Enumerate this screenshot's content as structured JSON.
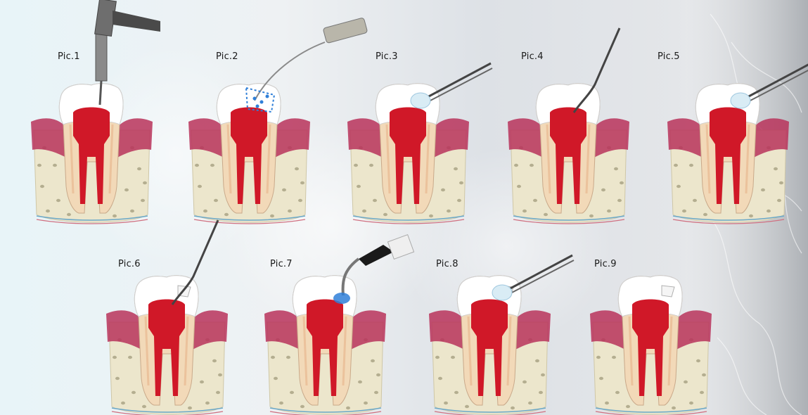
{
  "panels": [
    {
      "label": "Pic.1",
      "tool": "handpiece"
    },
    {
      "label": "Pic.2",
      "tool": "etch-syringe"
    },
    {
      "label": "Pic.3",
      "tool": "tweezers-cotton"
    },
    {
      "label": "Pic.4",
      "tool": "probe"
    },
    {
      "label": "Pic.5",
      "tool": "tweezers-cotton"
    },
    {
      "label": "Pic.6",
      "tool": "probe"
    },
    {
      "label": "Pic.7",
      "tool": "curing-light"
    },
    {
      "label": "Pic.8",
      "tool": "tweezers-cotton"
    },
    {
      "label": "Pic.9",
      "tool": "none"
    }
  ],
  "colors": {
    "gum": "#b8325a",
    "pulp": "#d01828",
    "dentin": "#f2d9b8",
    "enamel": "#ffffff",
    "bone": "#ece6cc",
    "metal": "#8a8a8a",
    "blue": "#2f7fd8"
  }
}
